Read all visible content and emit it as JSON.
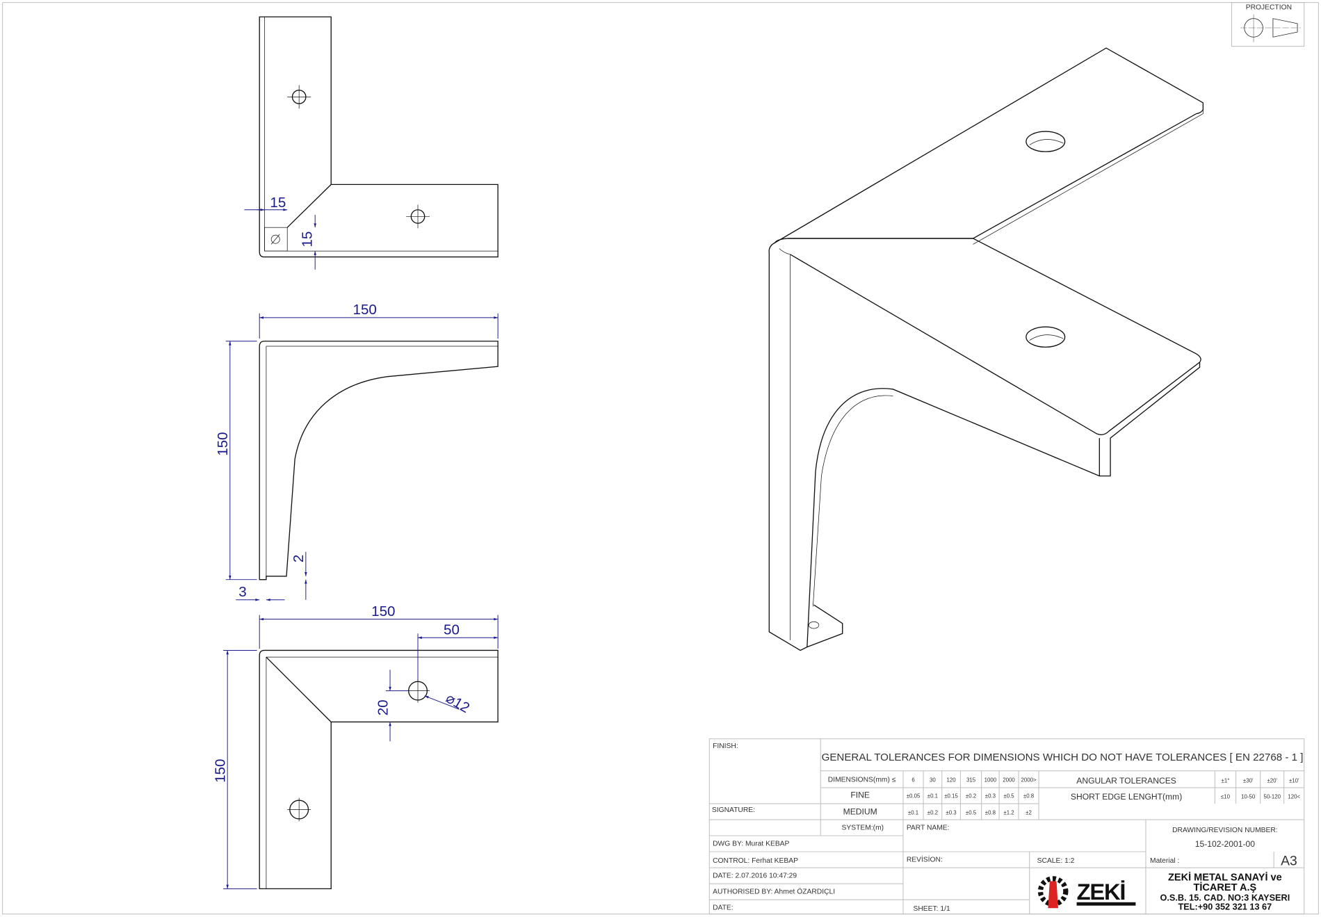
{
  "projection": {
    "label": "PROJECTION"
  },
  "dimensions": {
    "top_chamfer_x": "15",
    "top_chamfer_y": "15",
    "front_width": "150",
    "front_height": "150",
    "front_foot": "2",
    "front_thickness": "3",
    "bottom_width": "150",
    "bottom_hole_offset": "50",
    "bottom_hole_edge": "20",
    "bottom_hole_dia": "⌀12",
    "bottom_height": "150"
  },
  "title_block": {
    "finish_label": "FINISH:",
    "signature_label": "SIGNATURE:",
    "tolerance_title": "GENERAL TOLERANCES FOR DIMENSIONS WHICH DO NOT HAVE TOLERANCES [ EN 22768 - 1 ]",
    "dimensions_label": "DIMENSIONS(mm) ≤",
    "dimension_steps": [
      "6",
      "30",
      "120",
      "315",
      "1000",
      "2000",
      "2000>"
    ],
    "fine_label": "FINE",
    "fine_values": [
      "±0.05",
      "±0.1",
      "±0.15",
      "±0.2",
      "±0.3",
      "±0.5",
      "±0.8"
    ],
    "medium_label": "MEDIUM",
    "medium_values": [
      "±0.1",
      "±0.2",
      "±0.3",
      "±0.5",
      "±0.8",
      "±1.2",
      "±2"
    ],
    "system_label": "SYSTEM:(m)",
    "angular_label": "ANGULAR  TOLERANCES",
    "angular_values": [
      "±1°",
      "±30'",
      "±20'",
      "±10'"
    ],
    "short_edge_label": "SHORT EDGE LENGHT(mm)",
    "short_edge_values": [
      "≤10",
      "10-50",
      "50-120",
      "120<"
    ],
    "part_name_label": "PART NAME:",
    "drawing_number_label": "DRAWING/REVISION NUMBER:",
    "drawing_number": "15-102-2001-00",
    "dwg_by": "DWG BY:   Murat KEBAP",
    "control": "CONTROL:  Ferhat KEBAP",
    "date_created": "DATE: 2.07.2016 10:47:29",
    "authorised": "AUTHORISED BY: Ahmet ÖZARDIÇLI",
    "date_label": "DATE:",
    "revision_label": "REVİSİON:",
    "scale": "SCALE: 1:2",
    "material_label": "Material :",
    "sheet_size": "A3",
    "sheet": "SHEET: 1/1",
    "logo_text": "ZEKİ",
    "company_line1": "ZEKİ METAL SANAYİ ve",
    "company_line2": "TİCARET A.Ş",
    "company_address": "O.S.B. 15. CAD. NO:3   KAYSERI",
    "company_phone": "TEL:+90 352 321 13 67"
  }
}
